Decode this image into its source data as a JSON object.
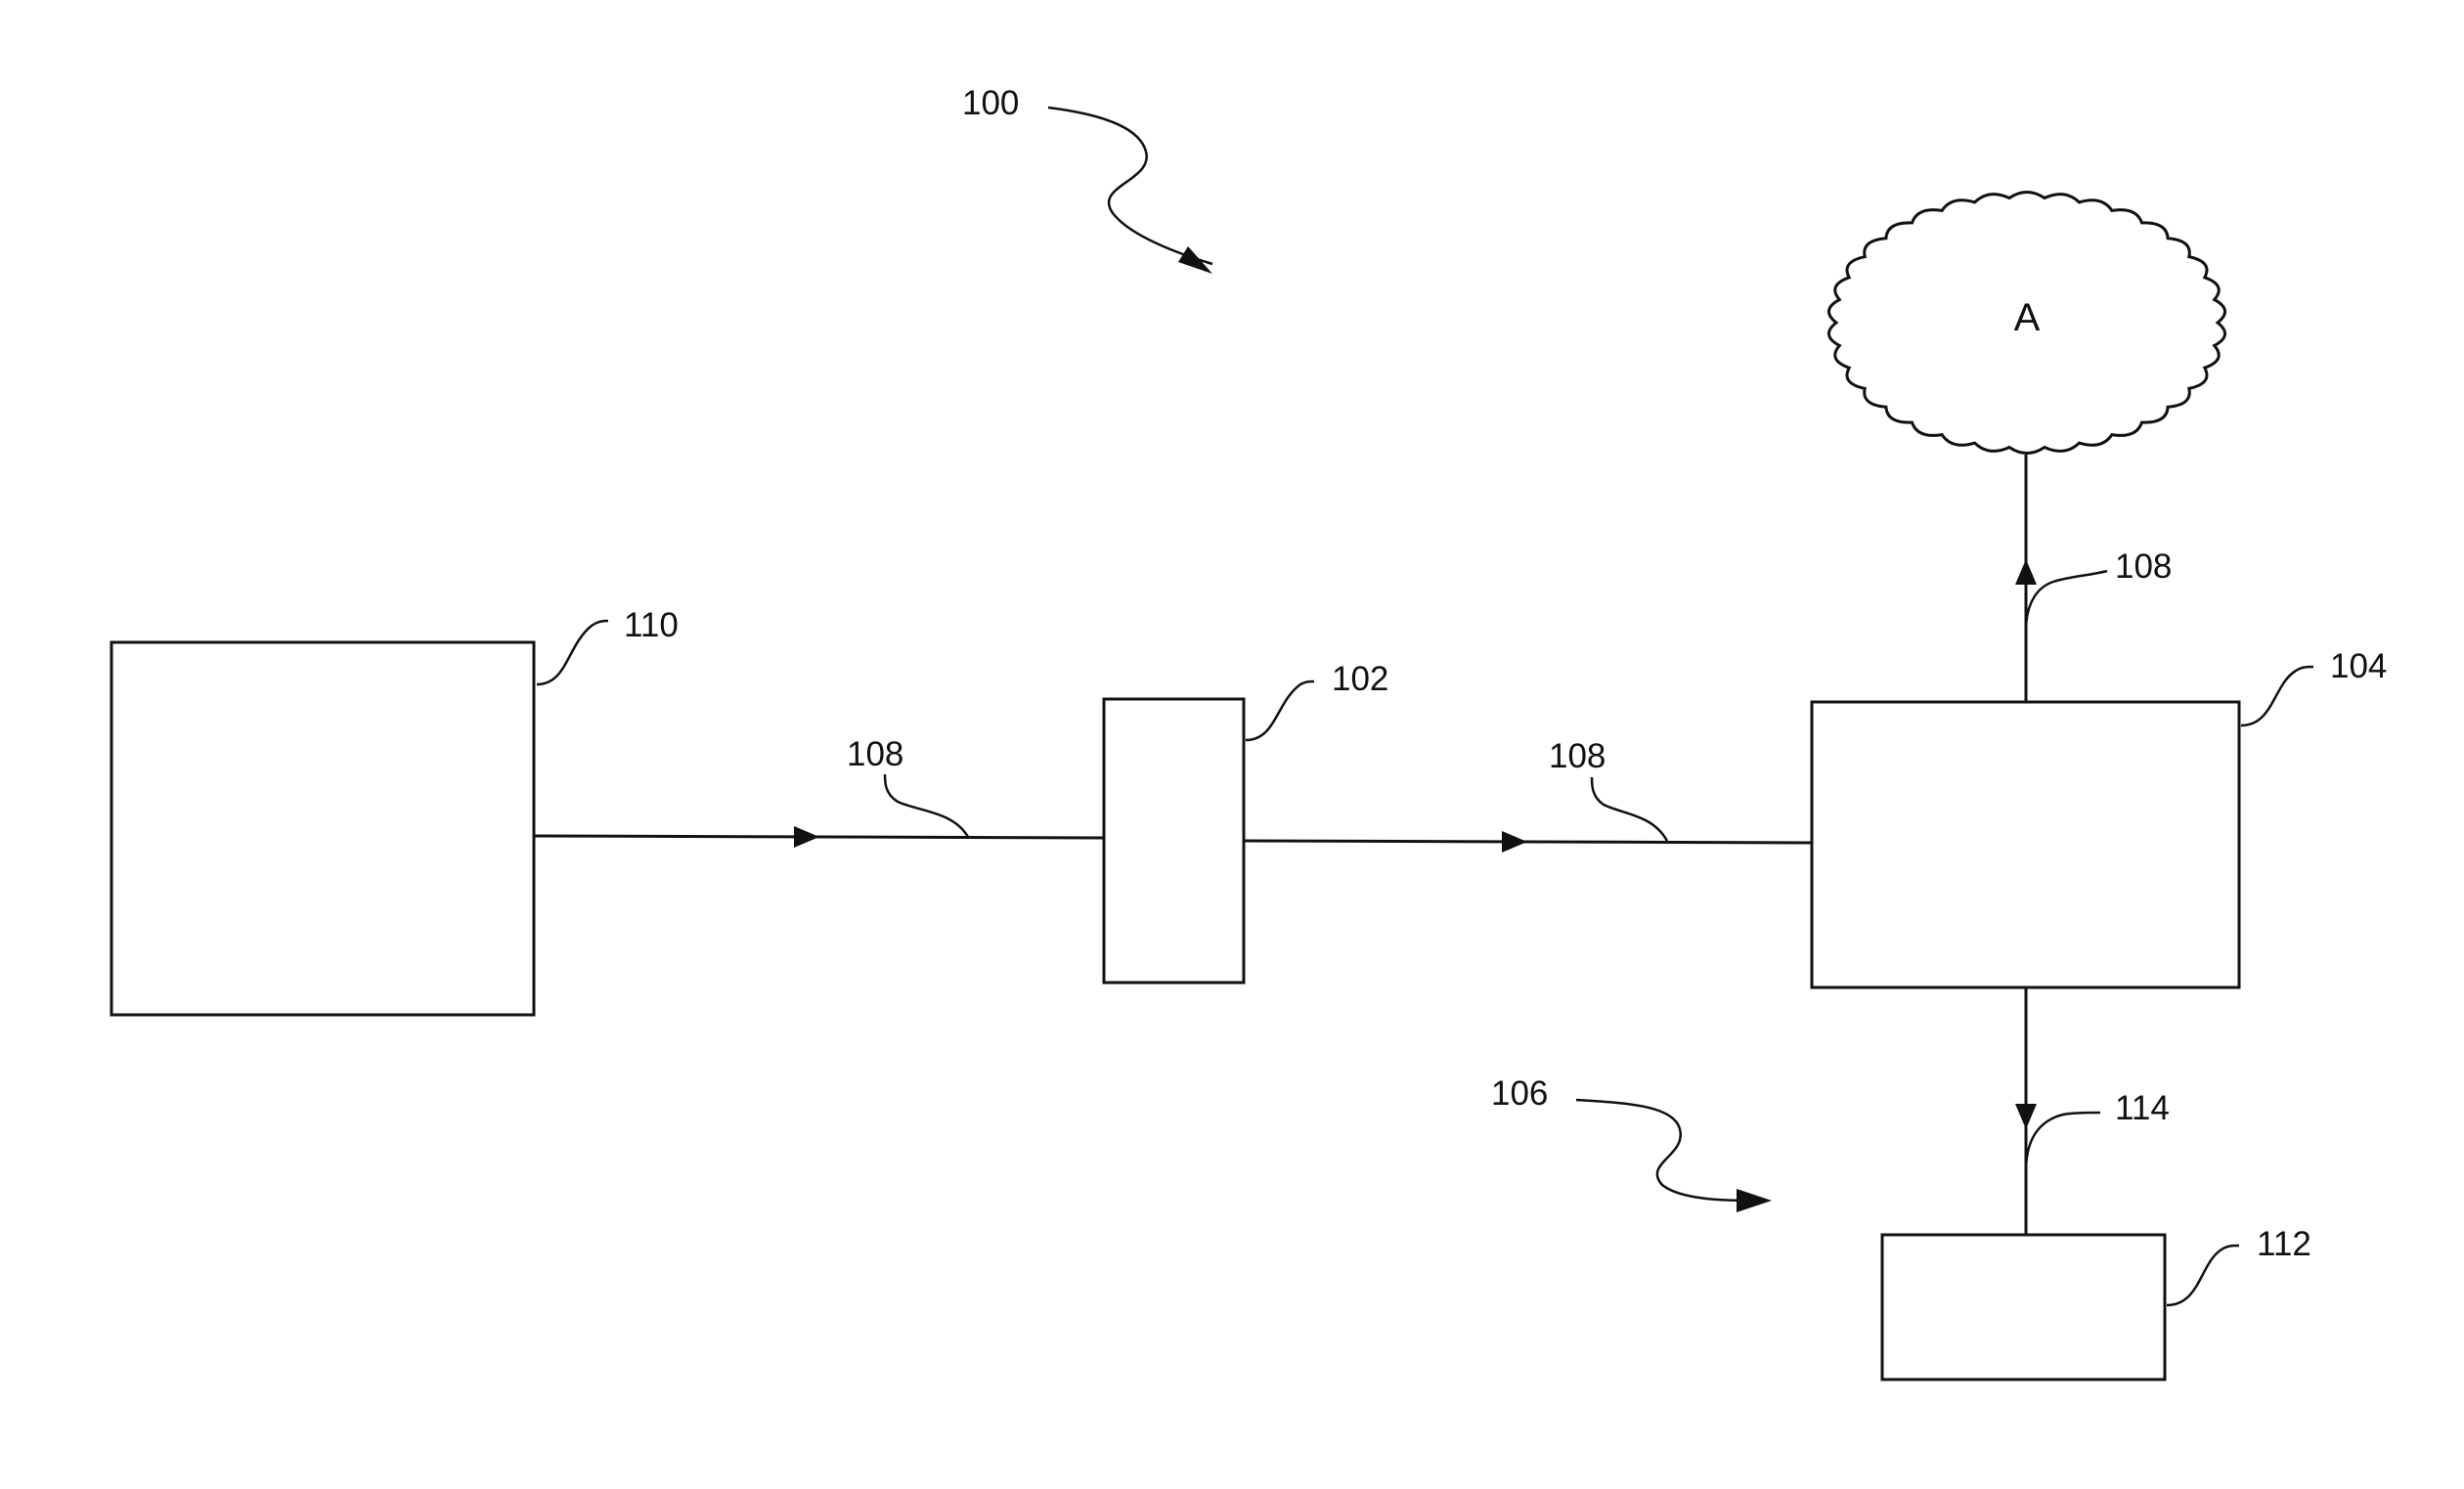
{
  "labels": {
    "system": "100",
    "block_110": "110",
    "block_102": "102",
    "block_104": "104",
    "block_112": "112",
    "group_106": "106",
    "link_a": "108",
    "link_b": "108",
    "link_c": "108",
    "link_114": "114",
    "cloud": "A"
  }
}
